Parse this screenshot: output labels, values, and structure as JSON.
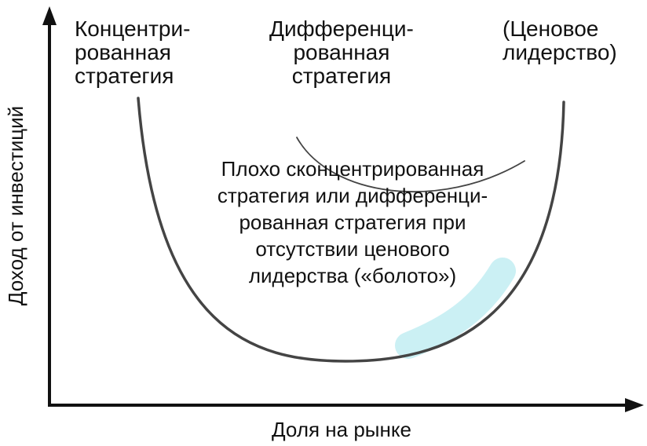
{
  "title": "",
  "axes": {
    "x_label": "Доля на рынке",
    "y_label": "Доход от инвестиций"
  },
  "labels": {
    "concentrated": "Концентри-\nрованная\nстратегия",
    "differentiated": "Дифференци-\nрованная\nстратегия",
    "cost_leadership": "(Ценовое\nлидерство)",
    "swamp": "Плохо сконцентрированная\nстратегия или дифференци-\nрованная стратегия при\nотсутствии ценового\nлидерства («болото»)"
  },
  "colors": {
    "curve": "#444444",
    "axis": "#111111",
    "highlight": "#a8e6ec"
  }
}
